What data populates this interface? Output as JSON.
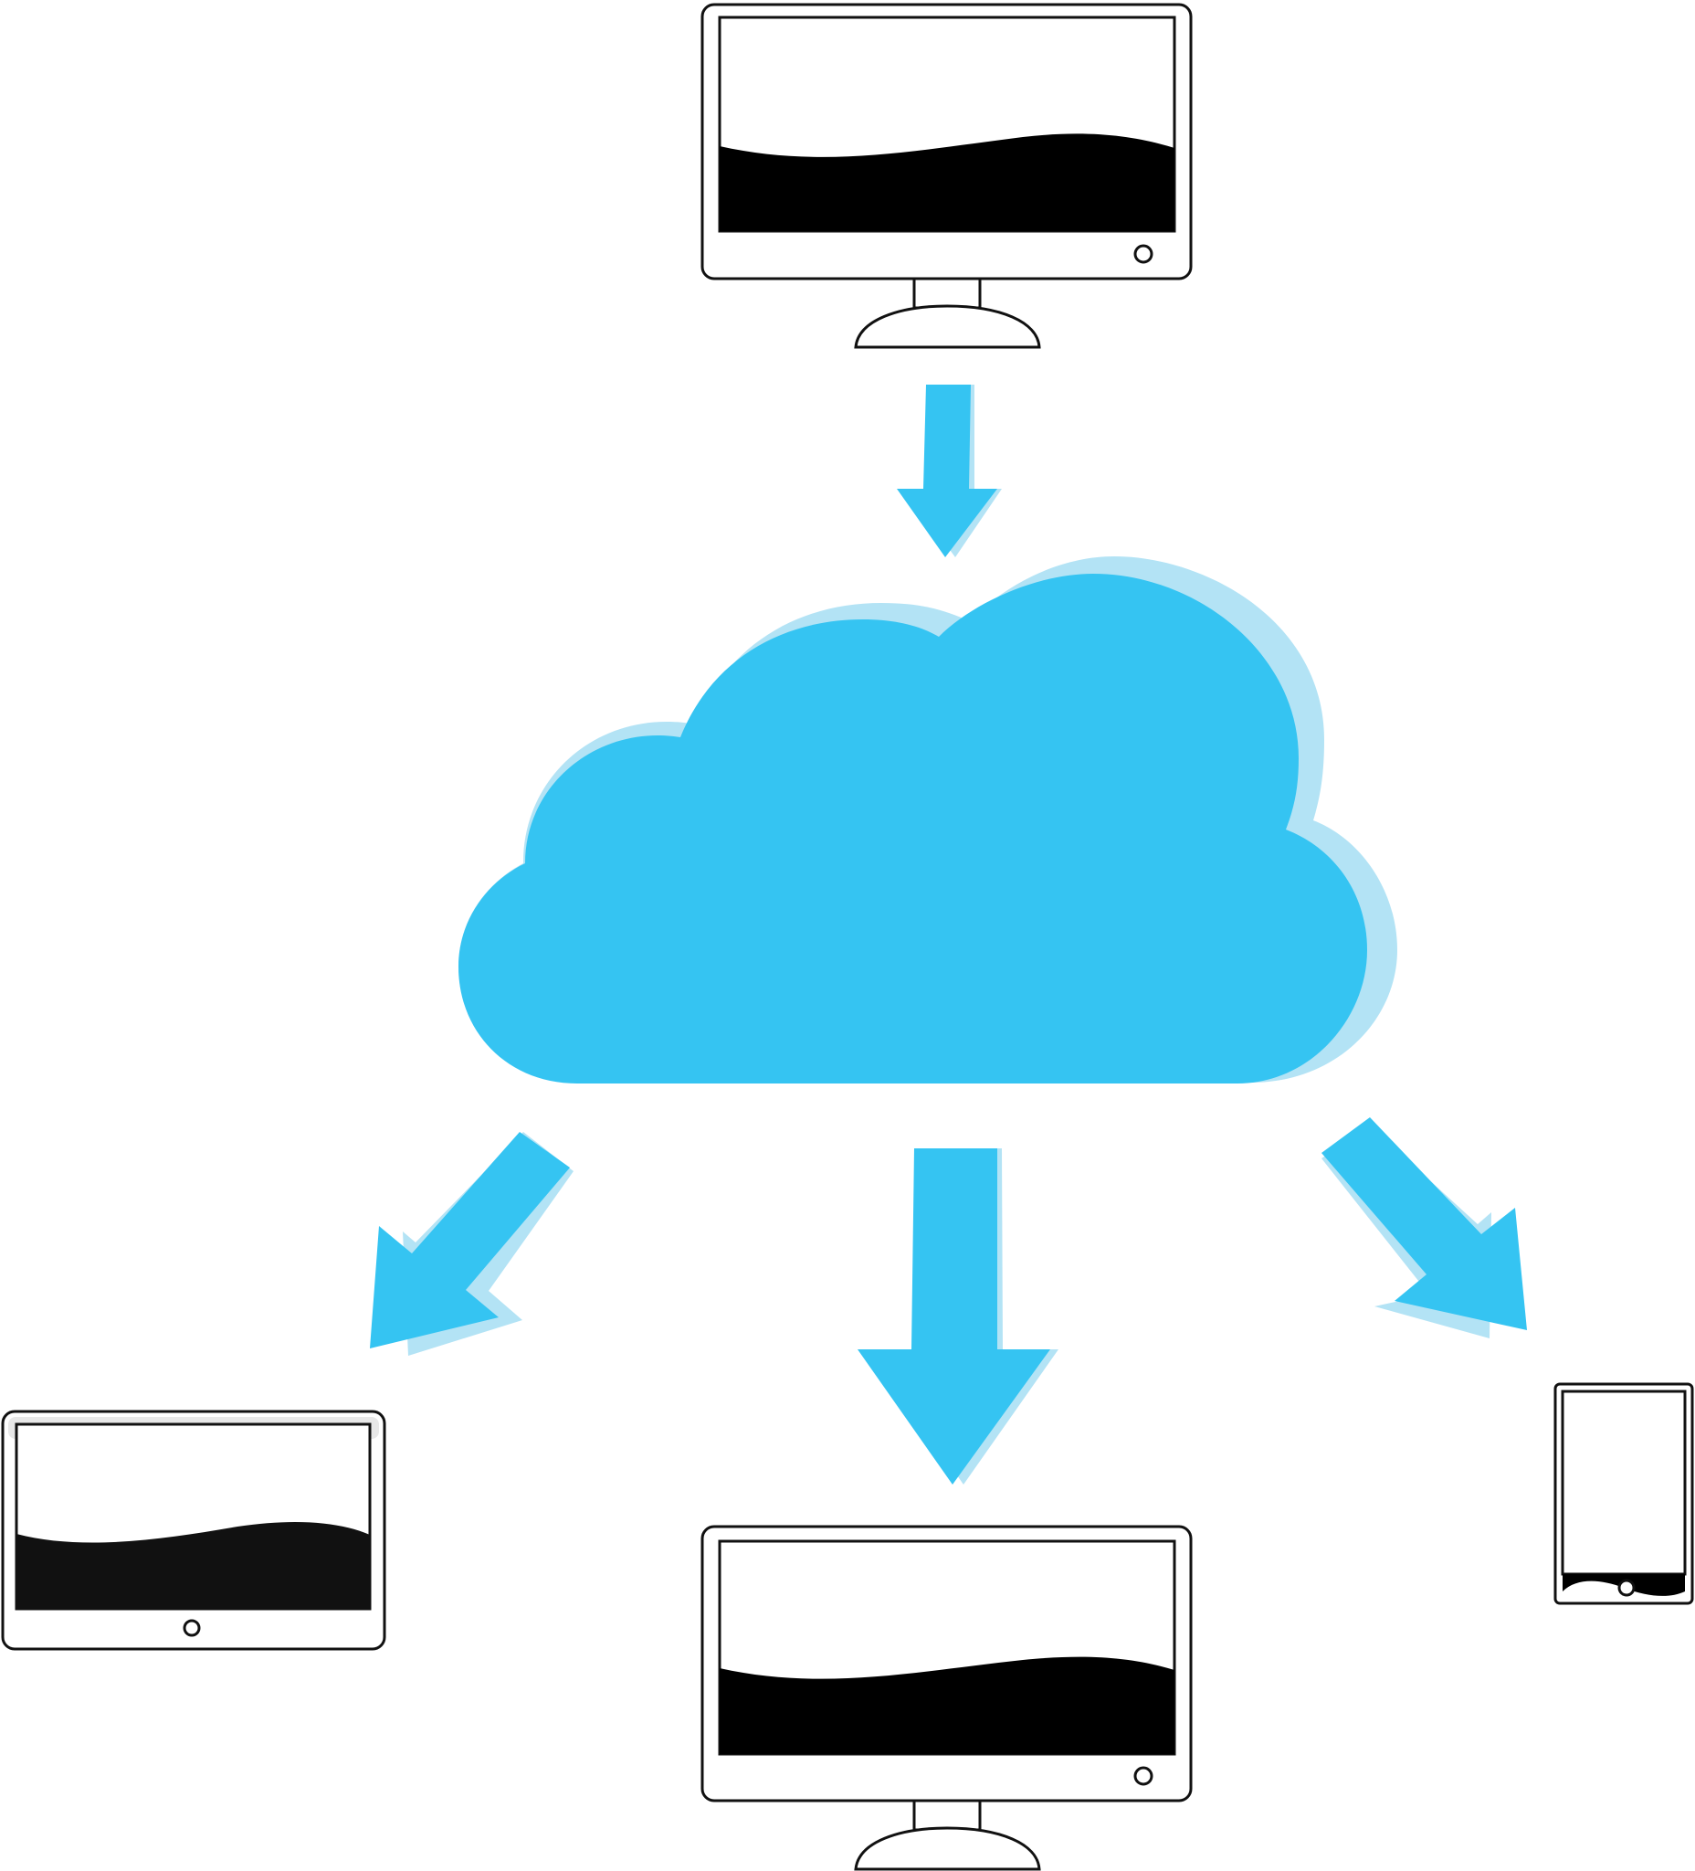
{
  "colors": {
    "cloud_fill": "#35C4F2",
    "cloud_shadow": "#B3E3F5",
    "arrow_fill": "#35C4F2",
    "arrow_shadow": "#B3E3F5",
    "device_outline": "#111111",
    "screen_dark": "#000000",
    "tablet_screen_dark": "#111111",
    "background": "#FFFFFF"
  },
  "diagram": {
    "center_node": {
      "icon": "cloud-icon"
    },
    "nodes": [
      {
        "id": "source",
        "icon": "desktop-monitor-icon"
      },
      {
        "id": "target-left",
        "icon": "landscape-tablet-icon"
      },
      {
        "id": "target-bottom",
        "icon": "desktop-monitor-icon"
      },
      {
        "id": "target-right",
        "icon": "smartphone-icon"
      }
    ],
    "edges": [
      {
        "from": "source",
        "to": "cloud",
        "icon": "arrow-down-icon"
      },
      {
        "from": "cloud",
        "to": "target-left",
        "icon": "arrow-down-left-icon"
      },
      {
        "from": "cloud",
        "to": "target-bottom",
        "icon": "arrow-down-icon"
      },
      {
        "from": "cloud",
        "to": "target-right",
        "icon": "arrow-down-right-icon"
      }
    ]
  }
}
